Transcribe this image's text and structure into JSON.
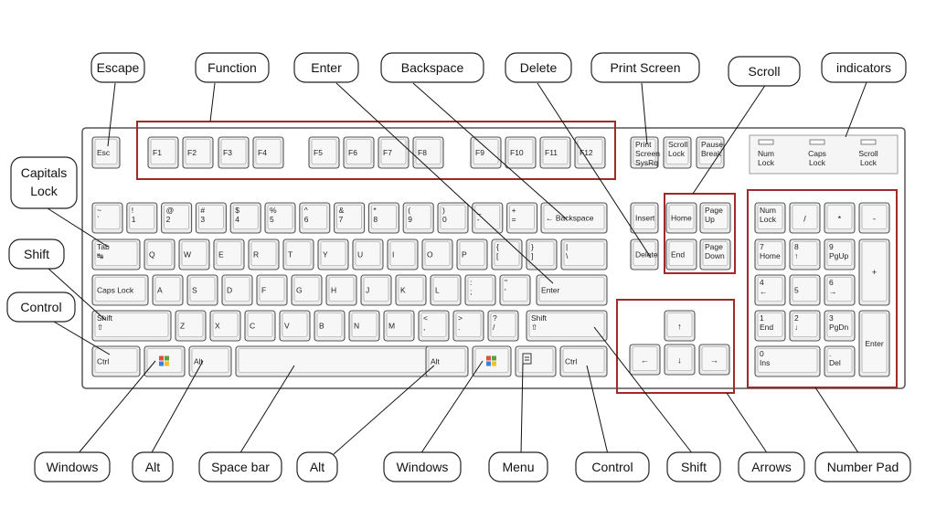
{
  "keys": {
    "row_f": [
      {
        "id": "esc",
        "lines": [
          "Esc"
        ]
      },
      {
        "id": "f1",
        "lines": [
          "F1"
        ]
      },
      {
        "id": "f2",
        "lines": [
          "F2"
        ]
      },
      {
        "id": "f3",
        "lines": [
          "F3"
        ]
      },
      {
        "id": "f4",
        "lines": [
          "F4"
        ]
      },
      {
        "id": "f5",
        "lines": [
          "F5"
        ]
      },
      {
        "id": "f6",
        "lines": [
          "F6"
        ]
      },
      {
        "id": "f7",
        "lines": [
          "F7"
        ]
      },
      {
        "id": "f8",
        "lines": [
          "F8"
        ]
      },
      {
        "id": "f9",
        "lines": [
          "F9"
        ]
      },
      {
        "id": "f10",
        "lines": [
          "F10"
        ]
      },
      {
        "id": "f11",
        "lines": [
          "F11"
        ]
      },
      {
        "id": "f12",
        "lines": [
          "F12"
        ]
      },
      {
        "id": "prtsc",
        "lines": [
          "Print",
          "Screen",
          "SysRq"
        ]
      },
      {
        "id": "scrlk",
        "lines": [
          "Scroll",
          "Lock"
        ]
      },
      {
        "id": "pause",
        "lines": [
          "Pause",
          "Break"
        ]
      }
    ],
    "row_num": [
      {
        "id": "tilde",
        "lines": [
          "~",
          "`"
        ]
      },
      {
        "id": "k1",
        "lines": [
          "!",
          "1"
        ]
      },
      {
        "id": "k2",
        "lines": [
          "@",
          "2"
        ]
      },
      {
        "id": "k3",
        "lines": [
          "#",
          "3"
        ]
      },
      {
        "id": "k4",
        "lines": [
          "$",
          "4"
        ]
      },
      {
        "id": "k5",
        "lines": [
          "%",
          "5"
        ]
      },
      {
        "id": "k6",
        "lines": [
          "^",
          "6"
        ]
      },
      {
        "id": "k7",
        "lines": [
          "&",
          "7"
        ]
      },
      {
        "id": "k8",
        "lines": [
          "*",
          "8"
        ]
      },
      {
        "id": "k9",
        "lines": [
          "(",
          "9"
        ]
      },
      {
        "id": "k0",
        "lines": [
          ")",
          "0"
        ]
      },
      {
        "id": "minus",
        "lines": [
          "_",
          "-"
        ]
      },
      {
        "id": "plus",
        "lines": [
          "+",
          "="
        ]
      },
      {
        "id": "bksp",
        "lines": [
          "← Backspace"
        ]
      }
    ],
    "row_q": [
      {
        "id": "tab",
        "lines": [
          "Tab",
          "↹"
        ]
      },
      {
        "id": "q",
        "lines": [
          "Q"
        ]
      },
      {
        "id": "w",
        "lines": [
          "W"
        ]
      },
      {
        "id": "e",
        "lines": [
          "E"
        ]
      },
      {
        "id": "r",
        "lines": [
          "R"
        ]
      },
      {
        "id": "t",
        "lines": [
          "T"
        ]
      },
      {
        "id": "y",
        "lines": [
          "Y"
        ]
      },
      {
        "id": "u",
        "lines": [
          "U"
        ]
      },
      {
        "id": "i",
        "lines": [
          "I"
        ]
      },
      {
        "id": "o",
        "lines": [
          "O"
        ]
      },
      {
        "id": "p",
        "lines": [
          "P"
        ]
      },
      {
        "id": "lbr",
        "lines": [
          "{",
          "["
        ]
      },
      {
        "id": "rbr",
        "lines": [
          "}",
          "]"
        ]
      },
      {
        "id": "bsl",
        "lines": [
          "|",
          "\\"
        ]
      }
    ],
    "row_a": [
      {
        "id": "caps",
        "lines": [
          "Caps Lock"
        ]
      },
      {
        "id": "a",
        "lines": [
          "A"
        ]
      },
      {
        "id": "s",
        "lines": [
          "S"
        ]
      },
      {
        "id": "d",
        "lines": [
          "D"
        ]
      },
      {
        "id": "f",
        "lines": [
          "F"
        ]
      },
      {
        "id": "g",
        "lines": [
          "G"
        ]
      },
      {
        "id": "h",
        "lines": [
          "H"
        ]
      },
      {
        "id": "j",
        "lines": [
          "J"
        ]
      },
      {
        "id": "k",
        "lines": [
          "K"
        ]
      },
      {
        "id": "l",
        "lines": [
          "L"
        ]
      },
      {
        "id": "semi",
        "lines": [
          ":",
          ";"
        ]
      },
      {
        "id": "quote",
        "lines": [
          "\"",
          "'"
        ]
      },
      {
        "id": "enter",
        "lines": [
          "Enter"
        ]
      }
    ],
    "row_z": [
      {
        "id": "lshift",
        "lines": [
          "Shift",
          "⇧"
        ]
      },
      {
        "id": "z",
        "lines": [
          "Z"
        ]
      },
      {
        "id": "x",
        "lines": [
          "X"
        ]
      },
      {
        "id": "c",
        "lines": [
          "C"
        ]
      },
      {
        "id": "v",
        "lines": [
          "V"
        ]
      },
      {
        "id": "b",
        "lines": [
          "B"
        ]
      },
      {
        "id": "n",
        "lines": [
          "N"
        ]
      },
      {
        "id": "m",
        "lines": [
          "M"
        ]
      },
      {
        "id": "comma",
        "lines": [
          "<",
          ","
        ]
      },
      {
        "id": "period",
        "lines": [
          ">",
          "."
        ]
      },
      {
        "id": "slash",
        "lines": [
          "?",
          "/"
        ]
      },
      {
        "id": "rshift",
        "lines": [
          "Shift",
          "⇧"
        ]
      }
    ],
    "row_ctrl": [
      {
        "id": "lctrl",
        "lines": [
          "Ctrl"
        ]
      },
      {
        "id": "lwin",
        "lines": [
          ""
        ]
      },
      {
        "id": "lalt",
        "lines": [
          "Alt"
        ]
      },
      {
        "id": "space",
        "lines": [
          ""
        ]
      },
      {
        "id": "ralt",
        "lines": [
          "Alt"
        ]
      },
      {
        "id": "rwin",
        "lines": [
          ""
        ]
      },
      {
        "id": "menu",
        "lines": [
          ""
        ]
      },
      {
        "id": "rctrl",
        "lines": [
          "Ctrl"
        ]
      }
    ],
    "nav": [
      {
        "id": "ins",
        "lines": [
          "Insert"
        ]
      },
      {
        "id": "home",
        "lines": [
          "Home"
        ]
      },
      {
        "id": "pgup",
        "lines": [
          "Page",
          "Up"
        ]
      },
      {
        "id": "del",
        "lines": [
          "Delete"
        ]
      },
      {
        "id": "end",
        "lines": [
          "End"
        ]
      },
      {
        "id": "pgdn",
        "lines": [
          "Page",
          "Down"
        ]
      }
    ],
    "arrows": [
      {
        "id": "up",
        "lines": [
          "↑"
        ]
      },
      {
        "id": "left",
        "lines": [
          "←"
        ]
      },
      {
        "id": "down",
        "lines": [
          "↓"
        ]
      },
      {
        "id": "right",
        "lines": [
          "→"
        ]
      }
    ],
    "numpad": [
      {
        "id": "numlk",
        "lines": [
          "Num",
          "Lock"
        ]
      },
      {
        "id": "ndiv",
        "lines": [
          "/"
        ]
      },
      {
        "id": "nmul",
        "lines": [
          "*"
        ]
      },
      {
        "id": "nsub",
        "lines": [
          "-"
        ]
      },
      {
        "id": "n7",
        "lines": [
          "7",
          "Home"
        ]
      },
      {
        "id": "n8",
        "lines": [
          "8",
          "↑"
        ]
      },
      {
        "id": "n9",
        "lines": [
          "9",
          "PgUp"
        ]
      },
      {
        "id": "nadd",
        "lines": [
          "+"
        ]
      },
      {
        "id": "n4",
        "lines": [
          "4",
          "←"
        ]
      },
      {
        "id": "n5",
        "lines": [
          "5"
        ]
      },
      {
        "id": "n6",
        "lines": [
          "6",
          "→"
        ]
      },
      {
        "id": "n1",
        "lines": [
          "1",
          "End"
        ]
      },
      {
        "id": "n2",
        "lines": [
          "2",
          "↓"
        ]
      },
      {
        "id": "n3",
        "lines": [
          "3",
          "PgDn"
        ]
      },
      {
        "id": "nent",
        "lines": [
          "Enter"
        ]
      },
      {
        "id": "n0",
        "lines": [
          "0",
          "Ins"
        ]
      },
      {
        "id": "ndot",
        "lines": [
          ".",
          "Del"
        ]
      }
    ]
  },
  "indicators": [
    "Num Lock",
    "Caps Lock",
    "Scroll Lock"
  ],
  "callouts": {
    "escape": "Escape",
    "function": "Function",
    "enter": "Enter",
    "backspace": "Backspace",
    "delete": "Delete",
    "print_screen": "Print Screen",
    "scroll": "Scroll",
    "indicators": "indicators",
    "capitals_lock": "Capitals Lock",
    "shift_left": "Shift",
    "control_left": "Control",
    "windows_left": "Windows",
    "alt_left": "Alt",
    "space_bar": "Space bar",
    "alt_right": "Alt",
    "windows_right": "Windows",
    "menu": "Menu",
    "control_right": "Control",
    "shift_right": "Shift",
    "arrows": "Arrows",
    "number_pad": "Number Pad"
  },
  "colors": {
    "highlight": "#9e2a2a",
    "key_fill": "#ececec",
    "key_border": "#555555"
  }
}
